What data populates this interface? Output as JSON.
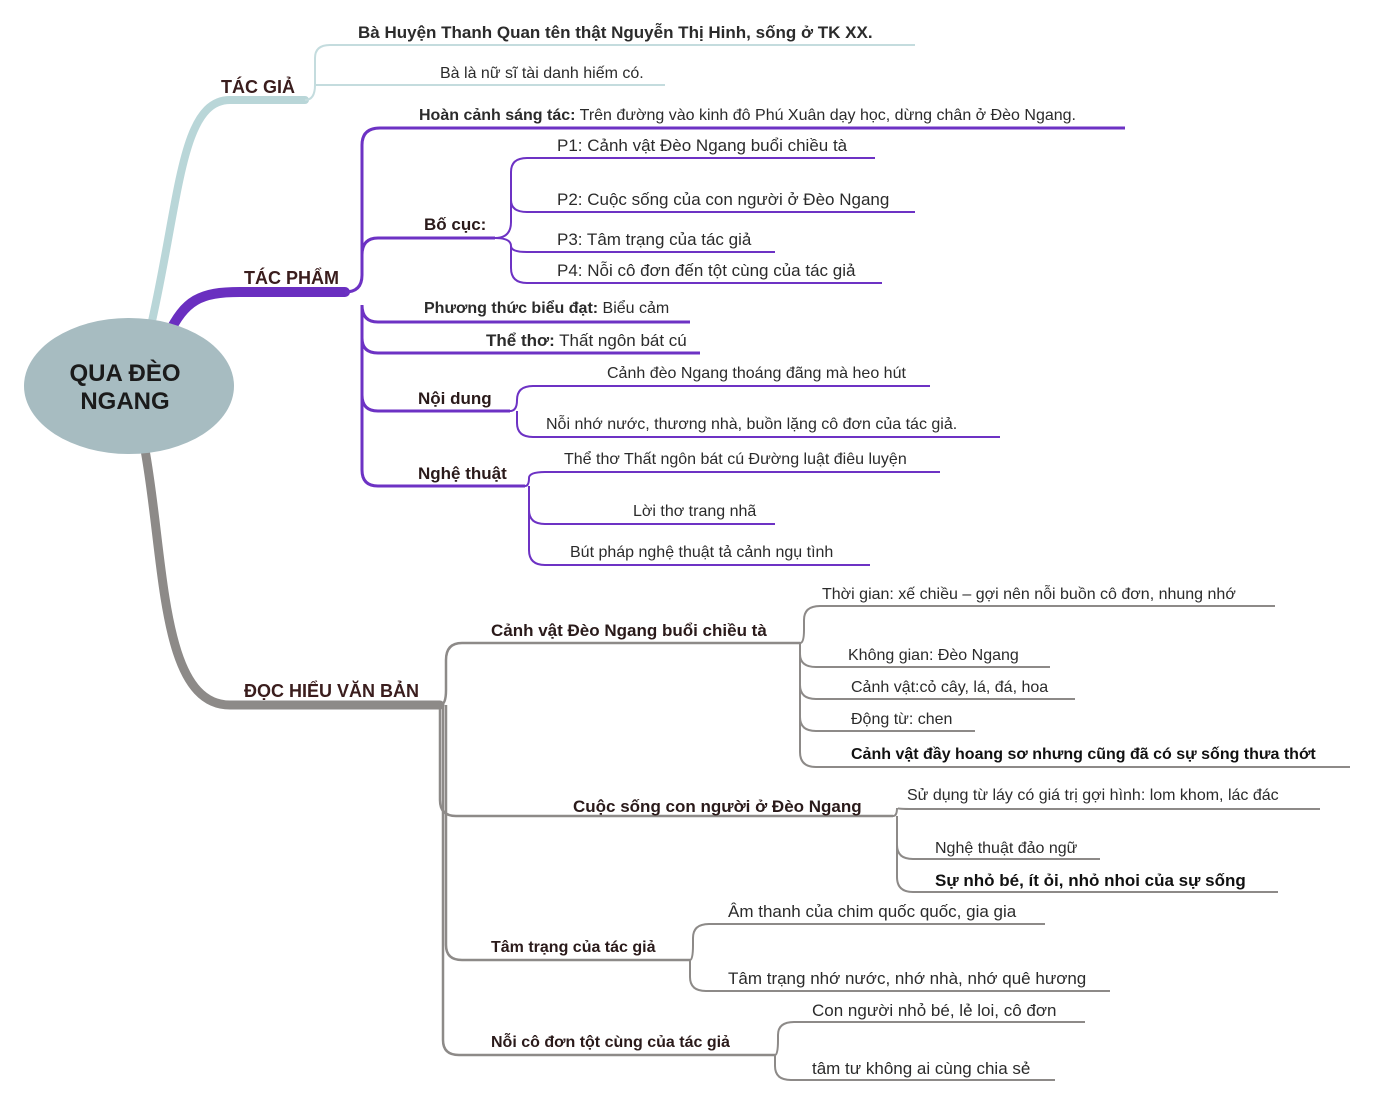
{
  "root": {
    "title": "QUA ĐÈO NGANG"
  },
  "colors": {
    "tac_gia": "#b9d6d8",
    "tac_pham": "#6a2fc0",
    "doc_hieu": "#8d8a88",
    "root_fill": "#a7bcc1"
  },
  "tac_gia": {
    "label": "TÁC GIẢ",
    "items": [
      "Bà Huyện Thanh Quan tên thật Nguyễn Thị Hinh, sống ở TK XX.",
      "Bà là nữ sĩ tài danh hiếm có."
    ]
  },
  "tac_pham": {
    "label": "TÁC PHẨM",
    "hoan_canh": {
      "key": "Hoàn cảnh sáng tác:",
      "value": " Trên đường vào kinh đô Phú Xuân dạy học, dừng chân ở Đèo Ngang."
    },
    "bo_cuc": {
      "label": "Bố cục:",
      "items": [
        "P1: Cảnh vật Đèo Ngang buổi chiều tà",
        "P2: Cuộc sống của con người ở Đèo Ngang",
        "P3: Tâm trạng của tác giả",
        "P4: Nỗi cô đơn đến tột cùng của tác giả"
      ]
    },
    "phuong_thuc": {
      "key": "Phương thức biểu đạt:",
      "value": " Biểu cảm"
    },
    "the_tho": {
      "key": "Thể thơ:",
      "value": " Thất ngôn bát cú"
    },
    "noi_dung": {
      "label": "Nội dung",
      "items": [
        "Cảnh đèo Ngang thoáng đãng mà heo hút",
        "Nỗi nhớ nước, thương nhà, buồn lặng cô đơn của tác giả."
      ]
    },
    "nghe_thuat": {
      "label": "Nghệ thuật",
      "items": [
        "Thể thơ Thất ngôn bát cú Đường luật điêu luyện",
        "Lời thơ trang nhã",
        "Bút pháp nghệ thuật tả cảnh ngụ tình"
      ]
    }
  },
  "doc_hieu": {
    "label": "ĐỌC HIỂU VĂN BẢN",
    "canh_vat": {
      "label": "Cảnh vật Đèo Ngang buổi chiều tà",
      "items": [
        "Thời gian: xế chiều – gợi nên nỗi buồn cô đơn, nhung nhớ",
        "Không gian: Đèo Ngang",
        "Cảnh vật:cỏ cây, lá, đá, hoa",
        "Động từ: chen",
        "Cảnh vật đầy hoang sơ nhưng cũng đã có sự sống thưa thớt"
      ]
    },
    "cuoc_song": {
      "label": "Cuộc sống con người ở Đèo Ngang",
      "items": [
        "Sử dụng từ láy có giá trị gợi hình: lom khom, lác đác",
        "Nghệ thuật đảo ngữ",
        "Sự nhỏ bé, ít ỏi, nhỏ nhoi của sự sống"
      ]
    },
    "tam_trang": {
      "label": "Tâm trạng của tác giả",
      "items": [
        "Âm thanh của chim quốc quốc, gia gia",
        "Tâm trạng nhớ nước, nhớ nhà, nhớ quê hương"
      ]
    },
    "noi_co_don": {
      "label": "Nỗi cô đơn tột cùng của tác giả",
      "items": [
        "Con người nhỏ bé, lẻ loi, cô đơn",
        "tâm tư không ai cùng chia sẻ"
      ]
    }
  }
}
